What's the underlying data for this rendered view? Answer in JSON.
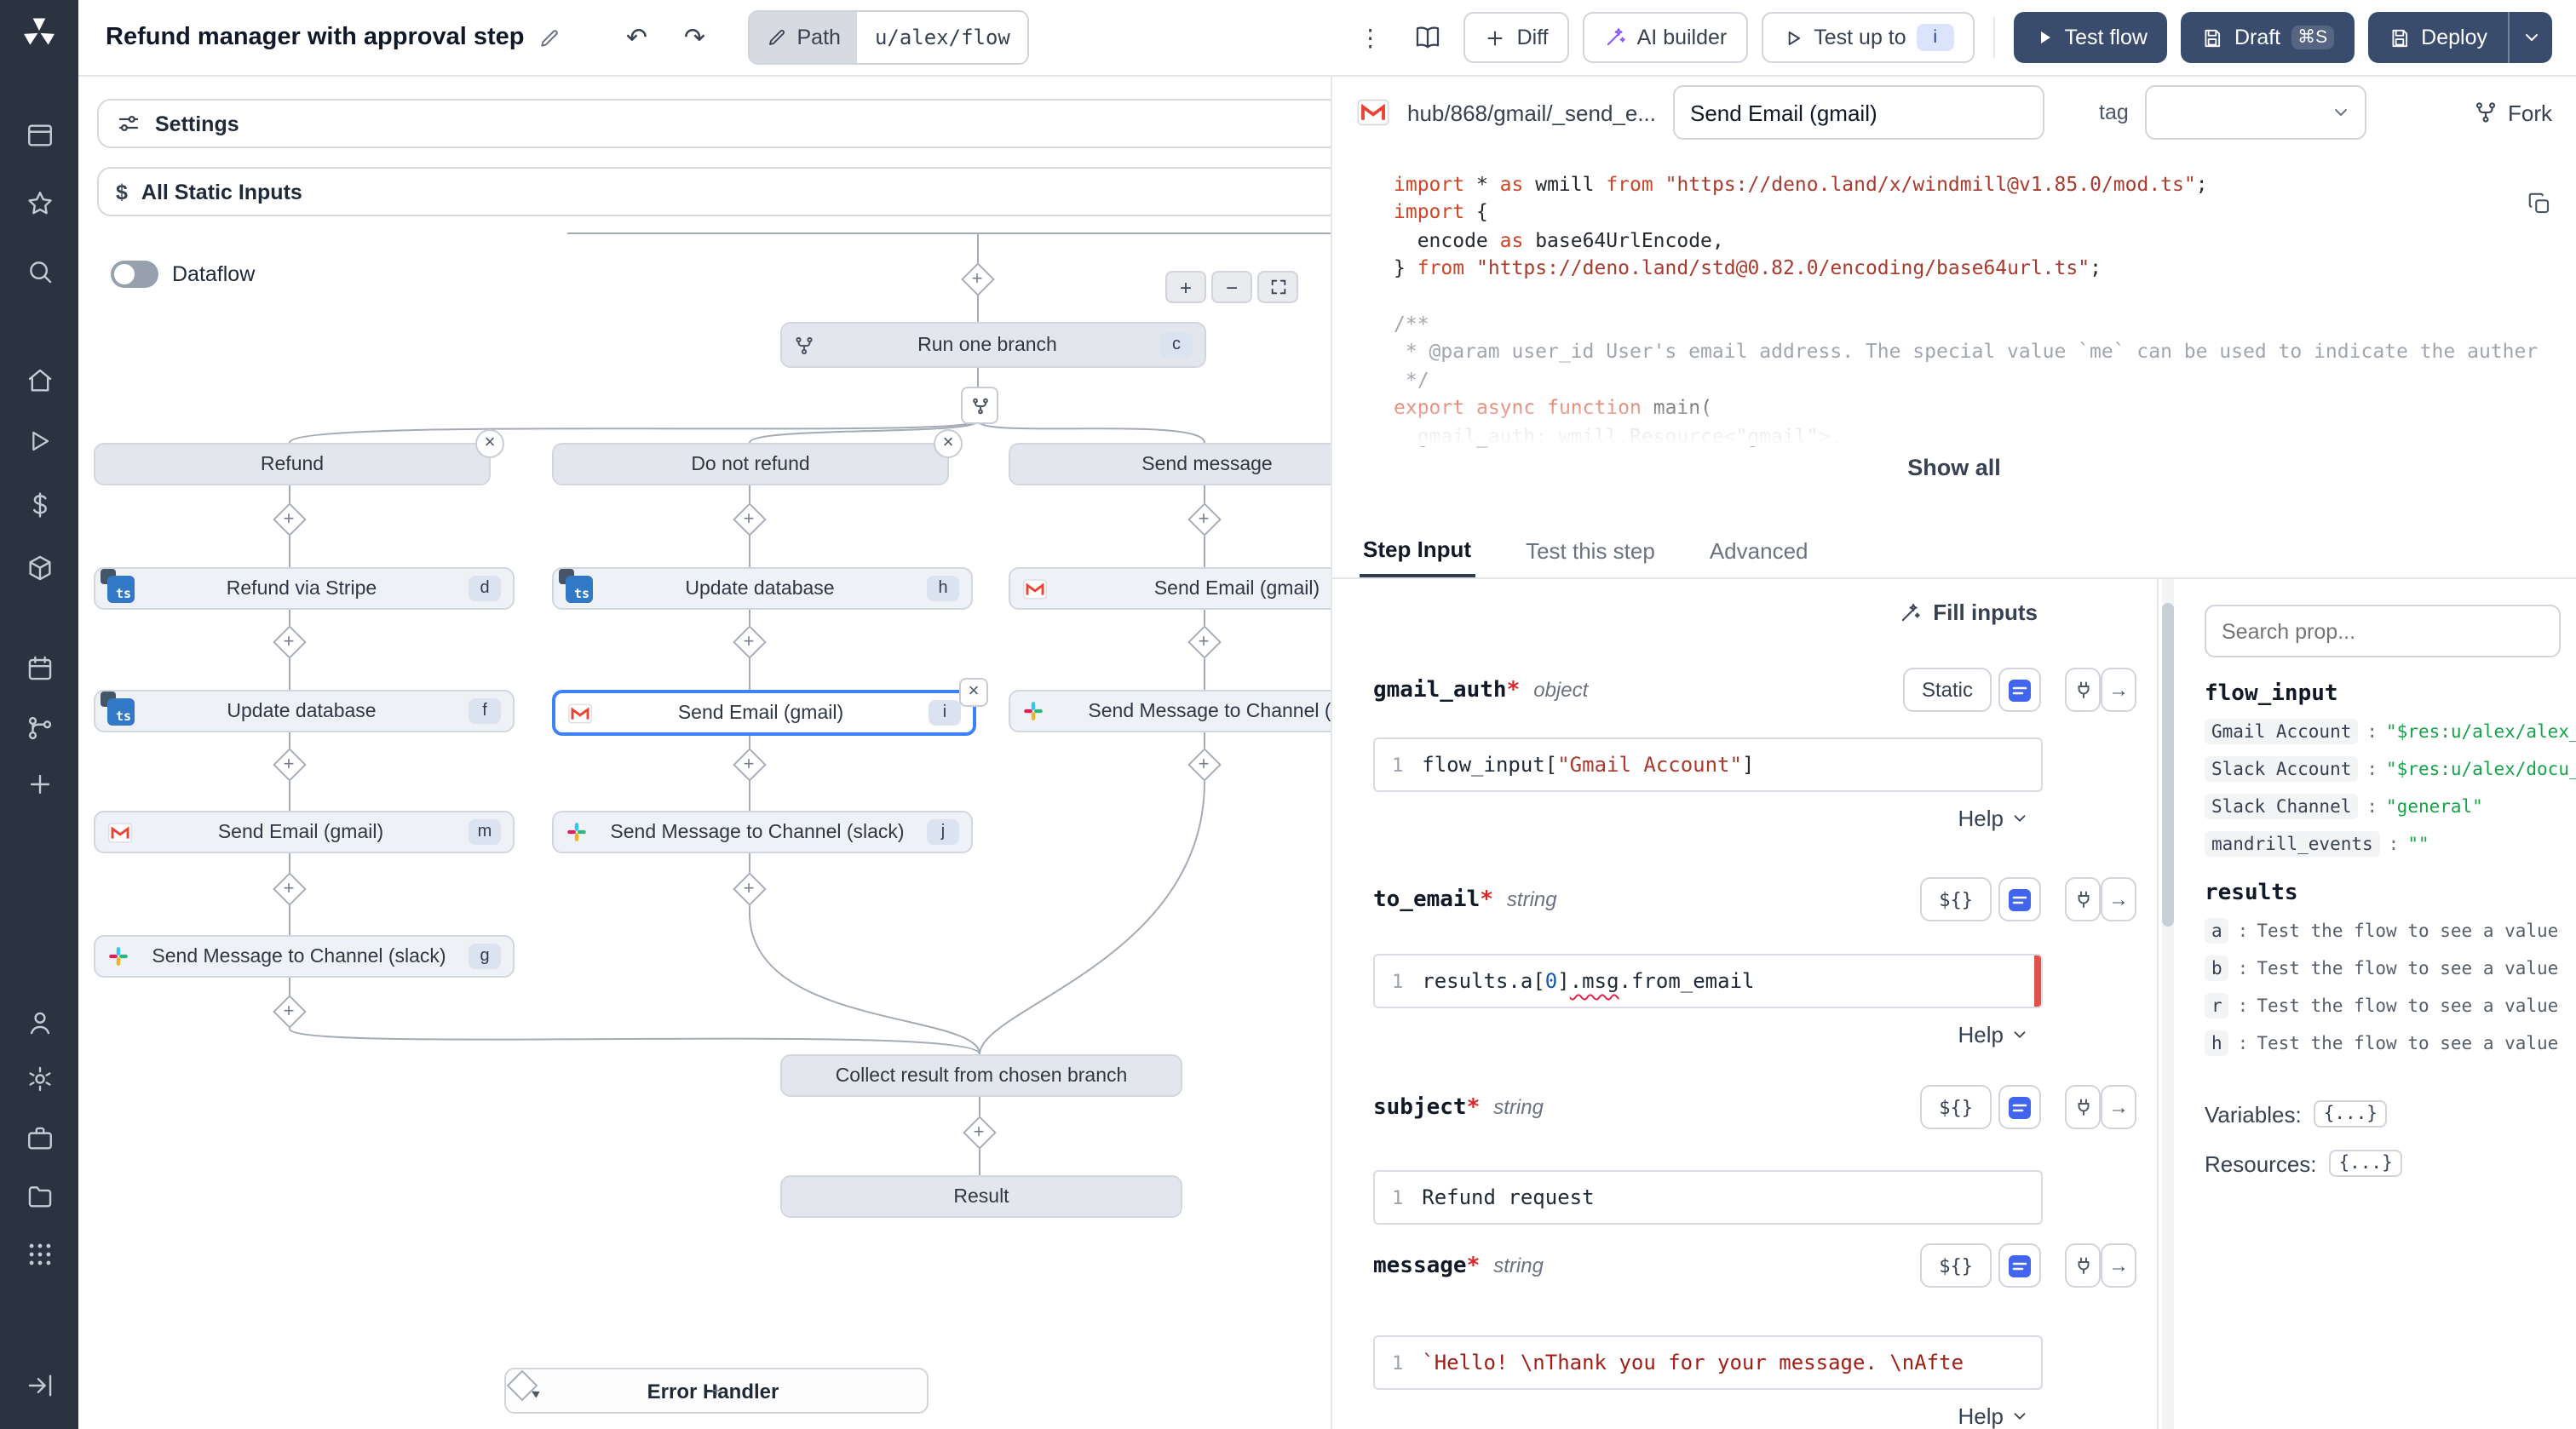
{
  "icons": {
    "kebab": "⋮",
    "undo": "↶",
    "redo": "↷",
    "close": "×",
    "plus": "+",
    "minus": "−",
    "arrow_right": "→",
    "dollar": "$"
  },
  "topbar": {
    "title": "Refund manager with approval step",
    "path_label": "Path",
    "path_value": "u/alex/flow",
    "diff_label": "Diff",
    "ai_builder_label": "AI builder",
    "test_up_to_label": "Test up to",
    "test_up_to_badge": "i",
    "test_flow_label": "Test flow",
    "draft_label": "Draft",
    "draft_shortcut": "⌘S",
    "deploy_label": "Deploy"
  },
  "flow": {
    "settings_label": "Settings",
    "static_inputs_label": "All Static Inputs",
    "dataflow_label": "Dataflow",
    "run_one_branch": {
      "label": "Run one branch",
      "badge": "c"
    },
    "branches": [
      {
        "title": "Refund",
        "steps": [
          {
            "label": "Refund via Stripe",
            "badge": "d"
          },
          {
            "label": "Update database",
            "badge": "f"
          },
          {
            "label": "Send Email (gmail)",
            "badge": "m"
          },
          {
            "label": "Send Message to Channel (slack)",
            "badge": "g"
          }
        ]
      },
      {
        "title": "Do not refund",
        "steps": [
          {
            "label": "Update database",
            "badge": "h"
          },
          {
            "label": "Send Email (gmail)",
            "badge": "i"
          },
          {
            "label": "Send Message to Channel (slack)",
            "badge": "j"
          }
        ]
      },
      {
        "title": "Send message",
        "steps": [
          {
            "label": "Send Email (gmail)"
          },
          {
            "label": "Send Message to Channel (slack)"
          }
        ]
      }
    ],
    "collect_label": "Collect result from chosen branch",
    "result_label": "Result",
    "error_handler_label": "Error Handler"
  },
  "step": {
    "hub_path": "hub/868/gmail/_send_e...",
    "summary_value": "Send Email (gmail)",
    "tag_label": "tag",
    "fork_label": "Fork",
    "show_all_label": "Show all",
    "fill_inputs_label": "Fill inputs",
    "help_label": "Help",
    "tabs": [
      {
        "label": "Step Input"
      },
      {
        "label": "Test this step"
      },
      {
        "label": "Advanced"
      }
    ],
    "code_lines": [
      [
        [
          "kw",
          "import"
        ],
        [
          "pl",
          " * "
        ],
        [
          "kw",
          "as"
        ],
        [
          "pl",
          " wmill "
        ],
        [
          "kw",
          "from"
        ],
        [
          "pl",
          " "
        ],
        [
          "str",
          "\"https://deno.land/x/windmill@v1.85.0/mod.ts\""
        ],
        [
          "pl",
          ";"
        ]
      ],
      [
        [
          "kw",
          "import"
        ],
        [
          "pl",
          " {"
        ]
      ],
      [
        [
          "pl",
          "  encode "
        ],
        [
          "kw",
          "as"
        ],
        [
          "pl",
          " base64UrlEncode,"
        ]
      ],
      [
        [
          "pl",
          "} "
        ],
        [
          "kw",
          "from"
        ],
        [
          "pl",
          " "
        ],
        [
          "str",
          "\"https://deno.land/std@0.82.0/encoding/base64url.ts\""
        ],
        [
          "pl",
          ";"
        ]
      ],
      [],
      [
        [
          "cm",
          "/**"
        ]
      ],
      [
        [
          "cm",
          " * @param user_id User's email address. The special value `me` can be used to indicate the auther"
        ]
      ],
      [
        [
          "cm",
          " */"
        ]
      ],
      [
        [
          "kw",
          "export"
        ],
        [
          "pl",
          " "
        ],
        [
          "kw",
          "async"
        ],
        [
          "pl",
          " "
        ],
        [
          "kw",
          "function"
        ],
        [
          "pl",
          " main("
        ]
      ],
      [
        [
          "fade",
          "  gmail_auth: wmill.Resource<\"gmail\">,"
        ]
      ]
    ],
    "fields": [
      {
        "name": "gmail_auth",
        "required_mark": "*",
        "type": "object",
        "mode": "Static",
        "line_no": "1",
        "expr": [
          [
            "id",
            "flow_input"
          ],
          [
            "pl",
            "["
          ],
          [
            "str",
            "\"Gmail Account\""
          ],
          [
            "pl",
            "]"
          ]
        ]
      },
      {
        "name": "to_email",
        "required_mark": "*",
        "type": "string",
        "mode": "${}",
        "line_no": "1",
        "expr": [
          [
            "id",
            "results.a"
          ],
          [
            "pl",
            "["
          ],
          [
            "num",
            "0"
          ],
          [
            "pl",
            "]"
          ],
          [
            "err",
            ".msg"
          ],
          [
            "id",
            ".from_email"
          ]
        ]
      },
      {
        "name": "subject",
        "required_mark": "*",
        "type": "string",
        "mode": "${}",
        "line_no": "1",
        "expr": [
          [
            "id",
            "Refund request"
          ]
        ]
      },
      {
        "name": "message",
        "required_mark": "*",
        "type": "string",
        "mode": "${}",
        "line_no": "1",
        "expr": [
          [
            "str2",
            "`Hello! \\nThank you for your message. \\nAfte"
          ]
        ]
      }
    ]
  },
  "props": {
    "search_placeholder": "Search prop...",
    "flow_input_title": "flow_input",
    "flow_input_rows": [
      {
        "key": "Gmail Account",
        "value": "\"$res:u/alex/alex_gmail\""
      },
      {
        "key": "Slack Account",
        "value": "\"$res:u/alex/docu_slack\""
      },
      {
        "key": "Slack Channel",
        "value": "\"general\""
      },
      {
        "key": "mandrill_events",
        "value": "\"\""
      }
    ],
    "results_title": "results",
    "results_rows": [
      {
        "key": "a",
        "value": "Test the flow to see a value"
      },
      {
        "key": "b",
        "value": "Test the flow to see a value"
      },
      {
        "key": "r",
        "value": "Test the flow to see a value"
      },
      {
        "key": "h",
        "value": "Test the flow to see a value"
      }
    ],
    "variables_label": "Variables:",
    "variables_value": "{...}",
    "resources_label": "Resources:",
    "resources_value": "{...}"
  }
}
